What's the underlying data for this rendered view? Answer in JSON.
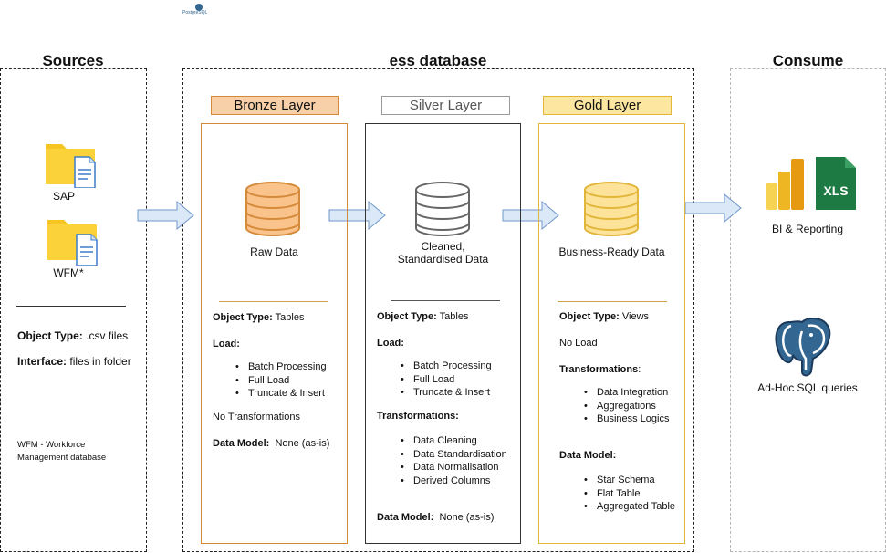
{
  "logo_text": "PostgreSQL",
  "sections": {
    "sources": "Sources",
    "database": "ess database",
    "consume": "Consume"
  },
  "sources": {
    "files": [
      "SAP",
      "WFM*"
    ],
    "object_type_label": "Object Type:",
    "object_type_value": " .csv files",
    "interface_label": "Interface:",
    "interface_value": " files in folder",
    "footnote": "WFM - Workforce Management database"
  },
  "bronze": {
    "title": "Bronze Layer",
    "db_caption": "Raw Data",
    "object_type_label": "Object Type:",
    "object_type_value": " Tables",
    "load_label": "Load:",
    "load_items": [
      "Batch Processing",
      "Full Load",
      "Truncate & Insert"
    ],
    "transformations": "No Transformations",
    "data_model_label": "Data Model:",
    "data_model_value": "  None (as-is)"
  },
  "silver": {
    "title": "Silver Layer",
    "db_caption_1": "Cleaned,",
    "db_caption_2": "Standardised Data",
    "object_type_label": "Object Type:",
    "object_type_value": " Tables",
    "load_label": "Load:",
    "load_items": [
      "Batch Processing",
      "Full Load",
      "Truncate & Insert"
    ],
    "transformations_label": "Transformations:",
    "transformation_items": [
      "Data Cleaning",
      "Data Standardisation",
      "Data Normalisation",
      "Derived Columns"
    ],
    "data_model_label": "Data Model:",
    "data_model_value": "  None (as-is)"
  },
  "gold": {
    "title": "Gold Layer",
    "db_caption": "Business-Ready Data",
    "object_type_label": "Object Type:",
    "object_type_value": " Views",
    "load_label": "No Load",
    "transformations_label": "Transformations",
    "transformations_colon": ":",
    "transformation_items": [
      "Data Integration",
      "Aggregations",
      "Business Logics"
    ],
    "data_model_label": "Data Model:",
    "data_model_items": [
      "Star Schema",
      "Flat Table",
      "Aggregated Table"
    ]
  },
  "consume": {
    "bi_label": "BI & Reporting",
    "xls_text": "XLS",
    "sql_label": "Ad-Hoc SQL queries"
  },
  "colors": {
    "bronze_fill": "#f7cfa8",
    "bronze_stroke": "#d58a3a",
    "silver_fill": "#ffffff",
    "silver_stroke": "#7a7a7a",
    "gold_fill": "#fde6a0",
    "gold_stroke": "#e2b63a",
    "arrow_fill": "#dbe8f7",
    "arrow_stroke": "#6f97c8",
    "folder": "#f7c521"
  }
}
